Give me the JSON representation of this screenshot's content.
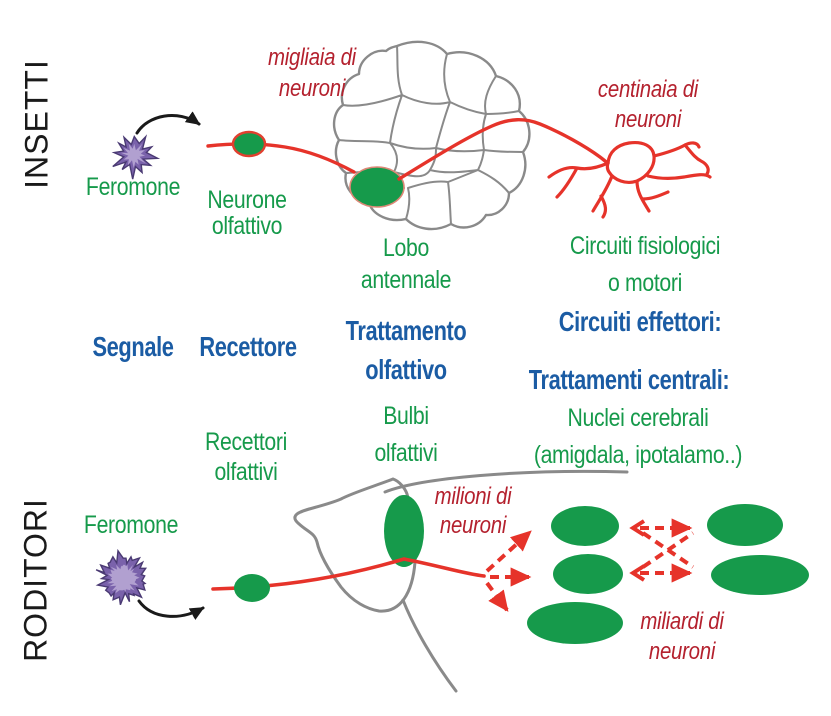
{
  "labels": {
    "insetti": "INSETTI",
    "roditori": "RODITORI",
    "migliaia_1": "migliaia di",
    "migliaia_2": "neuroni",
    "centinaia_1": "centinaia di",
    "centinaia_2": "neuroni",
    "feromone_insetti": "Feromone",
    "feromone_roditori": "Feromone",
    "neurone_1": "Neurone",
    "neurone_2": "olfattivo",
    "lobo_1": "Lobo",
    "lobo_2": "antennale",
    "fisiologici_1": "Circuiti fisiologici",
    "fisiologici_2": "o motori",
    "effettori": "Circuiti effettori:",
    "segnale": "Segnale",
    "recettore": "Recettore",
    "trattamento_1": "Trattamento",
    "trattamento_2": "olfattivo",
    "centrali": "Trattamenti centrali:",
    "nuclei_1": "Nuclei cerebrali",
    "nuclei_2": "(amigdala, ipotalamo..)",
    "bulbi_1": "Bulbi",
    "bulbi_2": "olfattivi",
    "recettori_1": "Recettori",
    "recettori_2": "olfattivi",
    "milioni_1": "milioni di",
    "milioni_2": "neuroni",
    "miliardi_1": "miliardi di",
    "miliardi_2": "neuroni"
  },
  "colors": {
    "green": "#169a4b",
    "blue": "#1b5ca4",
    "red": "#e6332a",
    "dark_red": "#b4212e",
    "purple": "#7a62ab",
    "purple_light": "#b1a0d0",
    "purple_dark": "#4a3a73",
    "gray": "#8a8a8a",
    "black": "#1a1a1a",
    "white": "#ffffff"
  },
  "icons": {
    "pheromone_insect": "starburst-icon",
    "pheromone_rodent": "urchin-icon",
    "arrow_black": "curved-arrow-icon",
    "neuron_soma": "green-oval",
    "antennal_lobe": "glomeruli-cluster",
    "rodent_brain": "brain-outline",
    "effector_circuit": "red-arborization"
  }
}
